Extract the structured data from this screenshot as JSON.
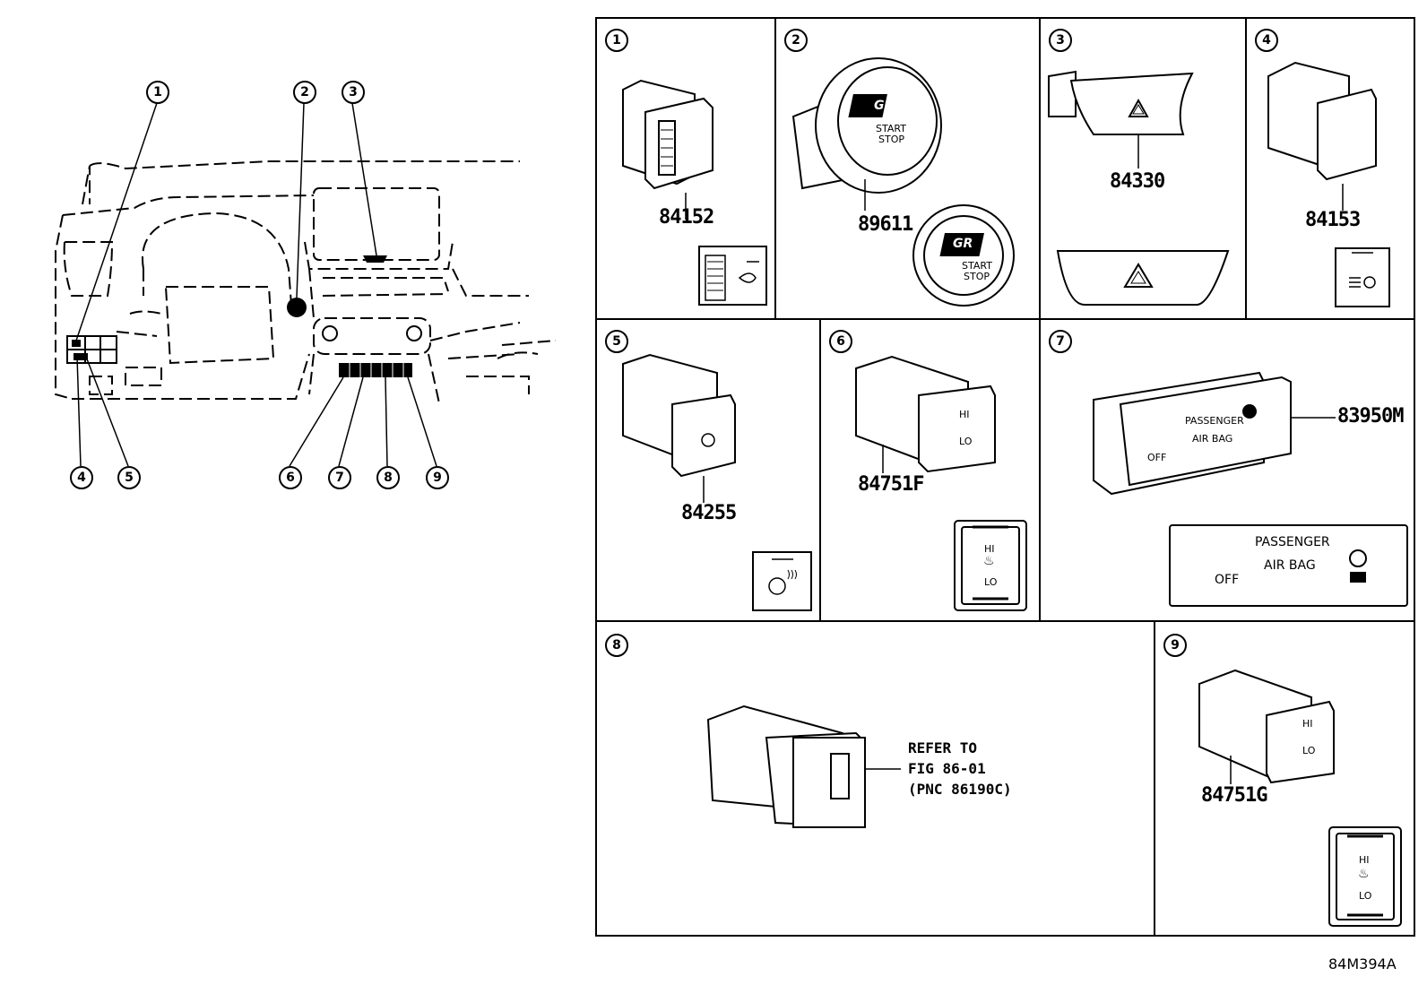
{
  "figure_code": "84M394A",
  "overview_callouts": [
    "1",
    "2",
    "3",
    "4",
    "5",
    "6",
    "7",
    "8",
    "9"
  ],
  "panels": [
    {
      "num": "1",
      "part": "84152"
    },
    {
      "num": "2",
      "part": "89611",
      "knob": {
        "logo": "GR",
        "line1": "START",
        "line2": "STOP"
      }
    },
    {
      "num": "3",
      "part": "84330"
    },
    {
      "num": "4",
      "part": "84153"
    },
    {
      "num": "5",
      "part": "84255"
    },
    {
      "num": "6",
      "part": "84751F",
      "label": {
        "hi": "HI",
        "lo": "LO"
      }
    },
    {
      "num": "7",
      "part": "83950M",
      "label": {
        "off": "OFF",
        "line1": "PASSENGER",
        "line2": "AIR BAG"
      }
    },
    {
      "num": "8",
      "refer": [
        "REFER TO",
        "FIG 86-01",
        "(PNC 86190C)"
      ]
    },
    {
      "num": "9",
      "part": "84751G",
      "label": {
        "hi": "HI",
        "lo": "LO"
      }
    }
  ]
}
